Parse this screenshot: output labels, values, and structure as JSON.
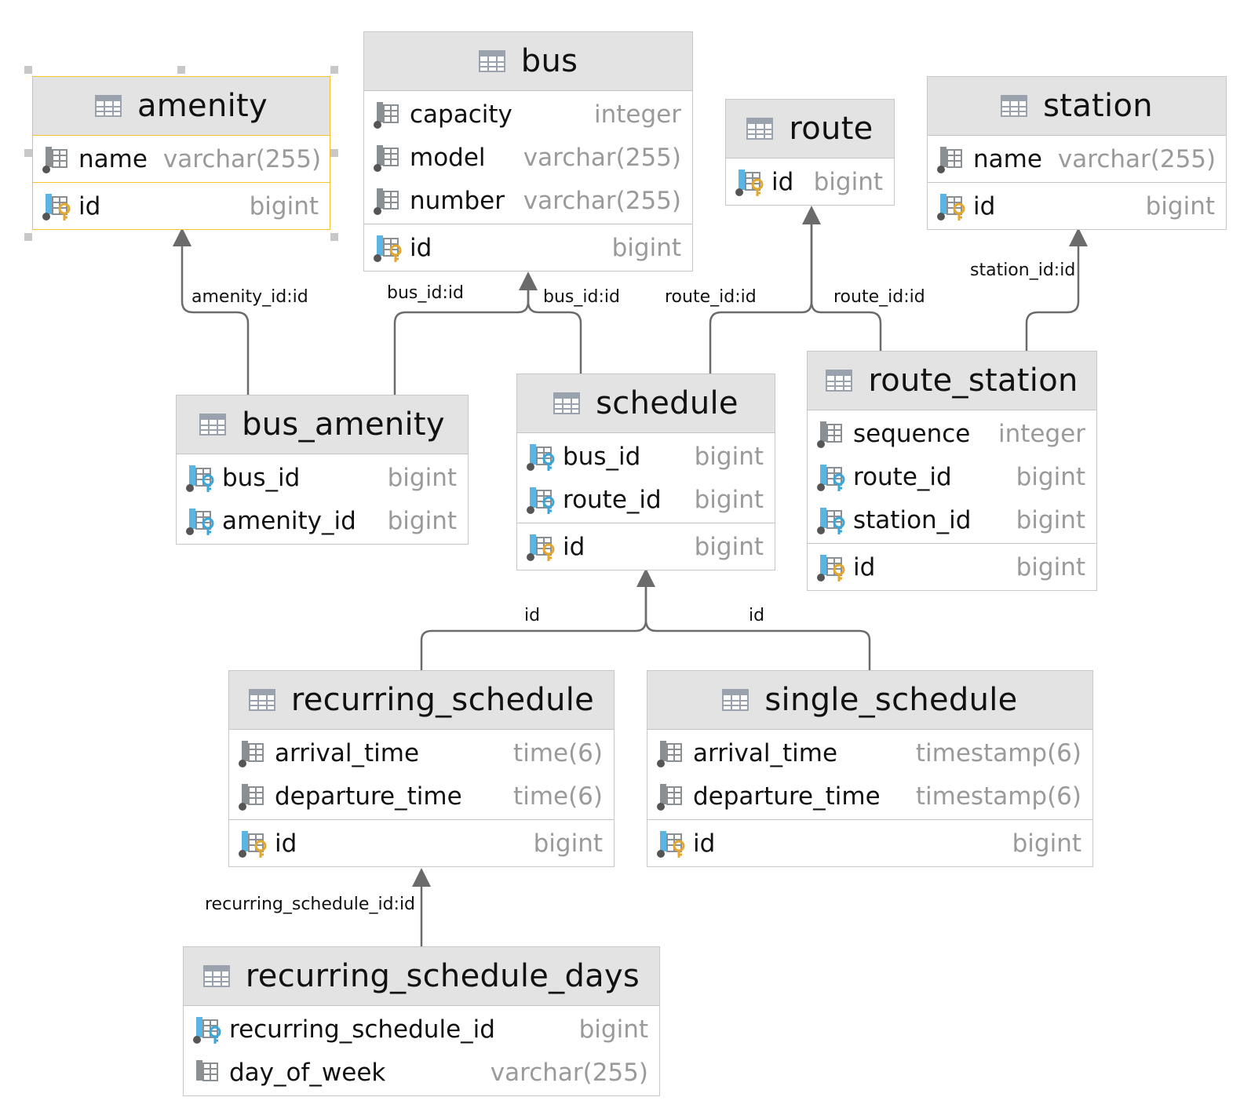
{
  "tables": {
    "amenity": {
      "name": "amenity",
      "selected": true,
      "sections": [
        [
          {
            "name": "name",
            "type": "varchar(255)",
            "kind": "col"
          }
        ],
        [
          {
            "name": "id",
            "type": "bigint",
            "kind": "pk"
          }
        ]
      ]
    },
    "bus": {
      "name": "bus",
      "sections": [
        [
          {
            "name": "capacity",
            "type": "integer",
            "kind": "col"
          },
          {
            "name": "model",
            "type": "varchar(255)",
            "kind": "col"
          },
          {
            "name": "number",
            "type": "varchar(255)",
            "kind": "col"
          }
        ],
        [
          {
            "name": "id",
            "type": "bigint",
            "kind": "pk"
          }
        ]
      ]
    },
    "route": {
      "name": "route",
      "sections": [
        [
          {
            "name": "id",
            "type": "bigint",
            "kind": "pk"
          }
        ]
      ]
    },
    "station": {
      "name": "station",
      "sections": [
        [
          {
            "name": "name",
            "type": "varchar(255)",
            "kind": "col"
          }
        ],
        [
          {
            "name": "id",
            "type": "bigint",
            "kind": "pk"
          }
        ]
      ]
    },
    "bus_amenity": {
      "name": "bus_amenity",
      "sections": [
        [
          {
            "name": "bus_id",
            "type": "bigint",
            "kind": "fk"
          },
          {
            "name": "amenity_id",
            "type": "bigint",
            "kind": "fk"
          }
        ]
      ]
    },
    "schedule": {
      "name": "schedule",
      "sections": [
        [
          {
            "name": "bus_id",
            "type": "bigint",
            "kind": "fk"
          },
          {
            "name": "route_id",
            "type": "bigint",
            "kind": "fk"
          }
        ],
        [
          {
            "name": "id",
            "type": "bigint",
            "kind": "pk"
          }
        ]
      ]
    },
    "route_station": {
      "name": "route_station",
      "sections": [
        [
          {
            "name": "sequence",
            "type": "integer",
            "kind": "col"
          },
          {
            "name": "route_id",
            "type": "bigint",
            "kind": "fk"
          },
          {
            "name": "station_id",
            "type": "bigint",
            "kind": "fk"
          }
        ],
        [
          {
            "name": "id",
            "type": "bigint",
            "kind": "pk"
          }
        ]
      ]
    },
    "recurring_schedule": {
      "name": "recurring_schedule",
      "sections": [
        [
          {
            "name": "arrival_time",
            "type": "time(6)",
            "kind": "col"
          },
          {
            "name": "departure_time",
            "type": "time(6)",
            "kind": "col"
          }
        ],
        [
          {
            "name": "id",
            "type": "bigint",
            "kind": "pk"
          }
        ]
      ]
    },
    "single_schedule": {
      "name": "single_schedule",
      "sections": [
        [
          {
            "name": "arrival_time",
            "type": "timestamp(6)",
            "kind": "col"
          },
          {
            "name": "departure_time",
            "type": "timestamp(6)",
            "kind": "col"
          }
        ],
        [
          {
            "name": "id",
            "type": "bigint",
            "kind": "pk"
          }
        ]
      ]
    },
    "recurring_schedule_days": {
      "name": "recurring_schedule_days",
      "sections": [
        [
          {
            "name": "recurring_schedule_id",
            "type": "bigint",
            "kind": "fk"
          },
          {
            "name": "day_of_week",
            "type": "varchar(255)",
            "kind": "plain"
          }
        ]
      ]
    }
  },
  "edge_labels": {
    "bus_amenity_amenity": "amenity_id:id",
    "bus_amenity_bus": "bus_id:id",
    "schedule_bus": "bus_id:id",
    "schedule_route": "route_id:id",
    "route_station_route": "route_id:id",
    "route_station_station": "station_id:id",
    "recurring_schedule_schedule": "id",
    "single_schedule_schedule": "id",
    "days_recurring_schedule": "recurring_schedule_id:id"
  }
}
